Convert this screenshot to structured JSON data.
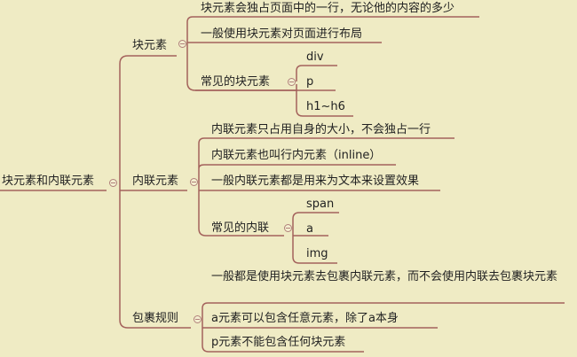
{
  "root": {
    "label": "块元素和内联元素"
  },
  "branches": [
    {
      "label": "块元素",
      "children": [
        {
          "label": "块元素会独占页面中的一行，无论他的内容的多少"
        },
        {
          "label": "一般使用块元素对页面进行布局"
        },
        {
          "label": "常见的块元素",
          "children": [
            "div",
            "p",
            "h1~h6"
          ]
        }
      ]
    },
    {
      "label": "内联元素",
      "children": [
        {
          "label": "内联元素只占用自身的大小，不会独占一行"
        },
        {
          "label": "内联元素也叫行内元素（inline）"
        },
        {
          "label": "一般内联元素都是用来为文本来设置效果"
        },
        {
          "label": "常见的内联",
          "children": [
            "span",
            "a",
            "img"
          ]
        }
      ]
    },
    {
      "label": "包裹规则",
      "children": [
        {
          "label": "一般都是使用块元素去包裹内联元素，而不会使用内联去包裹块元素"
        },
        {
          "label": "a元素可以包含任意元素，除了a本身"
        },
        {
          "label": "p元素不能包含任何块元素"
        }
      ]
    }
  ],
  "colors": {
    "line": "#a4625c",
    "background": "#efebc4",
    "text": "#222222"
  }
}
